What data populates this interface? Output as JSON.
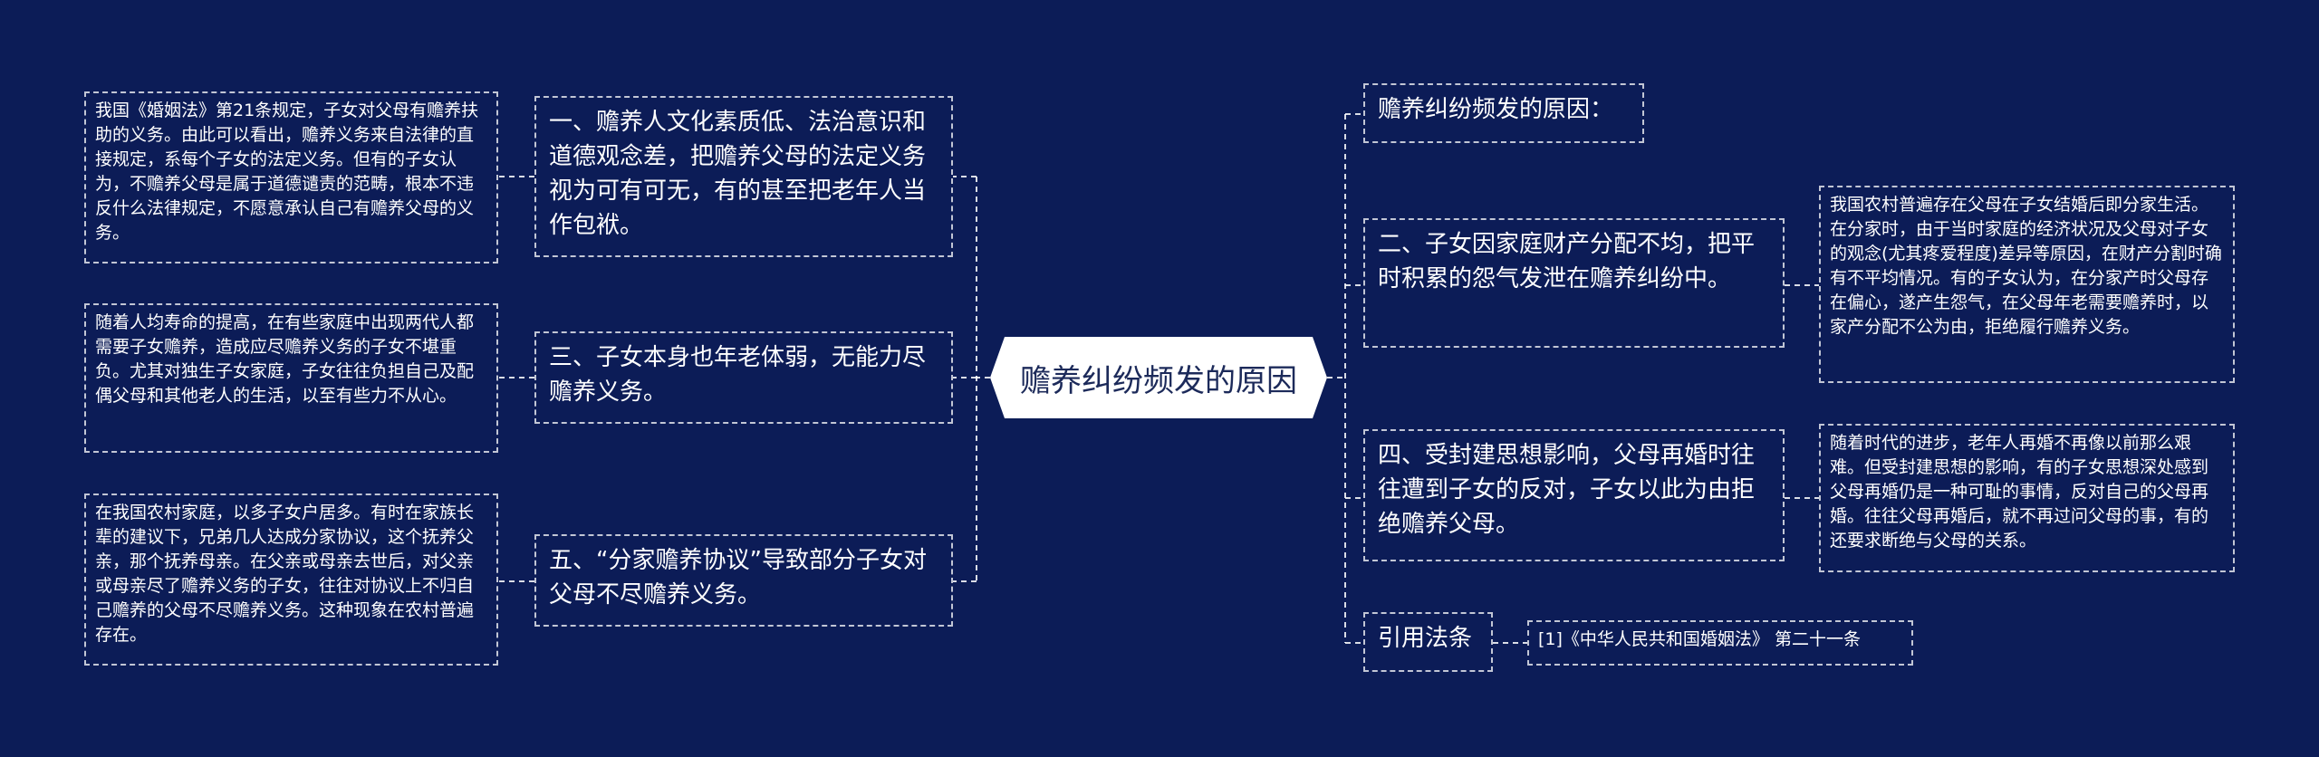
{
  "center": {
    "label": "赡养纠纷频发的原因"
  },
  "left": [
    {
      "text": "一、赡养人文化素质低、法治意识和道德观念差，把赡养父母的法定义务视为可有可无，有的甚至把老年人当作包袱。",
      "detail": "我国《婚姻法》第21条规定，子女对父母有赡养扶助的义务。由此可以看出，赡养义务来自法律的直接规定，系每个子女的法定义务。但有的子女认 为，不赡养父母是属于道德谴责的范畴，根本不违反什么法律规定，不愿意承认自己有赡养父母的义务。"
    },
    {
      "text": "三、子女本身也年老体弱，无能力尽赡养义务。",
      "detail": "随着人均寿命的提高，在有些家庭中出现两代人都需要子女赡养，造成应尽赡养义务的子女不堪重负。尤其对独生子女家庭，子女往往负担自己及配偶父母和其他老人的生活，以至有些力不从心。"
    },
    {
      "text": "五、“分家赡养协议”导致部分子女对父母不尽赡养义务。",
      "detail": "在我国农村家庭，以多子女户居多。有时在家族长辈的建议下，兄弟几人达成分家协议，这个抚养父亲，那个抚养母亲。在父亲或母亲去世后，对父亲或母亲尽了赡养义务的子女，往往对协议上不归自己赡养的父母不尽赡养义务。这种现象在农村普遍存在。"
    }
  ],
  "right": [
    {
      "text": "赡养纠纷频发的原因："
    },
    {
      "text": "二、子女因家庭财产分配不均，把平时积累的怨气发泄在赡养纠纷中。",
      "detail": "我国农村普遍存在父母在子女结婚后即分家生活。在分家时，由于当时家庭的经济状况及父母对子女的观念(尤其疼爱程度)差异等原因，在财产分割时确有不平均情况。有的子女认为，在分家产时父母存在偏心，遂产生怨气，在父母年老需要赡养时，以家产分配不公为由，拒绝履行赡养义务。"
    },
    {
      "text": "四、受封建思想影响，父母再婚时往往遭到子女的反对，子女以此为由拒绝赡养父母。",
      "detail": "随着时代的进步，老年人再婚不再像以前那么艰难。但受封建思想的影响，有的子女思想深处感到父母再婚仍是一种可耻的事情，反对自己的父母再婚。往往父母再婚后，就不再过问父母的事，有的还要求断绝与父母的关系。"
    },
    {
      "text": "引用法条",
      "detail": "[1]《中华人民共和国婚姻法》 第二十一条"
    }
  ],
  "colors": {
    "background": "#0c1c57",
    "line": "#ffffff",
    "center_fill": "#ffffff"
  }
}
